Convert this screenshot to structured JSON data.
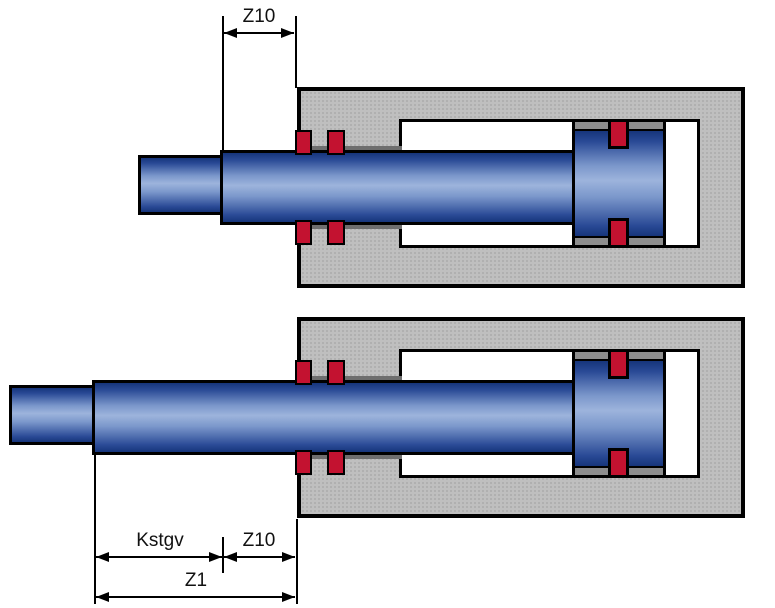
{
  "diagram": {
    "type": "hydraulic-cylinder-cross-section",
    "dimensions": {
      "top_z10": "Z10",
      "kstgv": "Kstgv",
      "bottom_z10": "Z10",
      "z1": "Z1"
    },
    "colors": {
      "body_gray": "#bfbfbf",
      "body_dot": "#ababab",
      "seal_red": "#c31230",
      "rod_blue_dark": "#16357b",
      "rod_blue_light": "#9db4dc",
      "strip_dark": "#6e6e6e",
      "strip_light": "#8e8e8e",
      "outline": "#000000"
    }
  }
}
